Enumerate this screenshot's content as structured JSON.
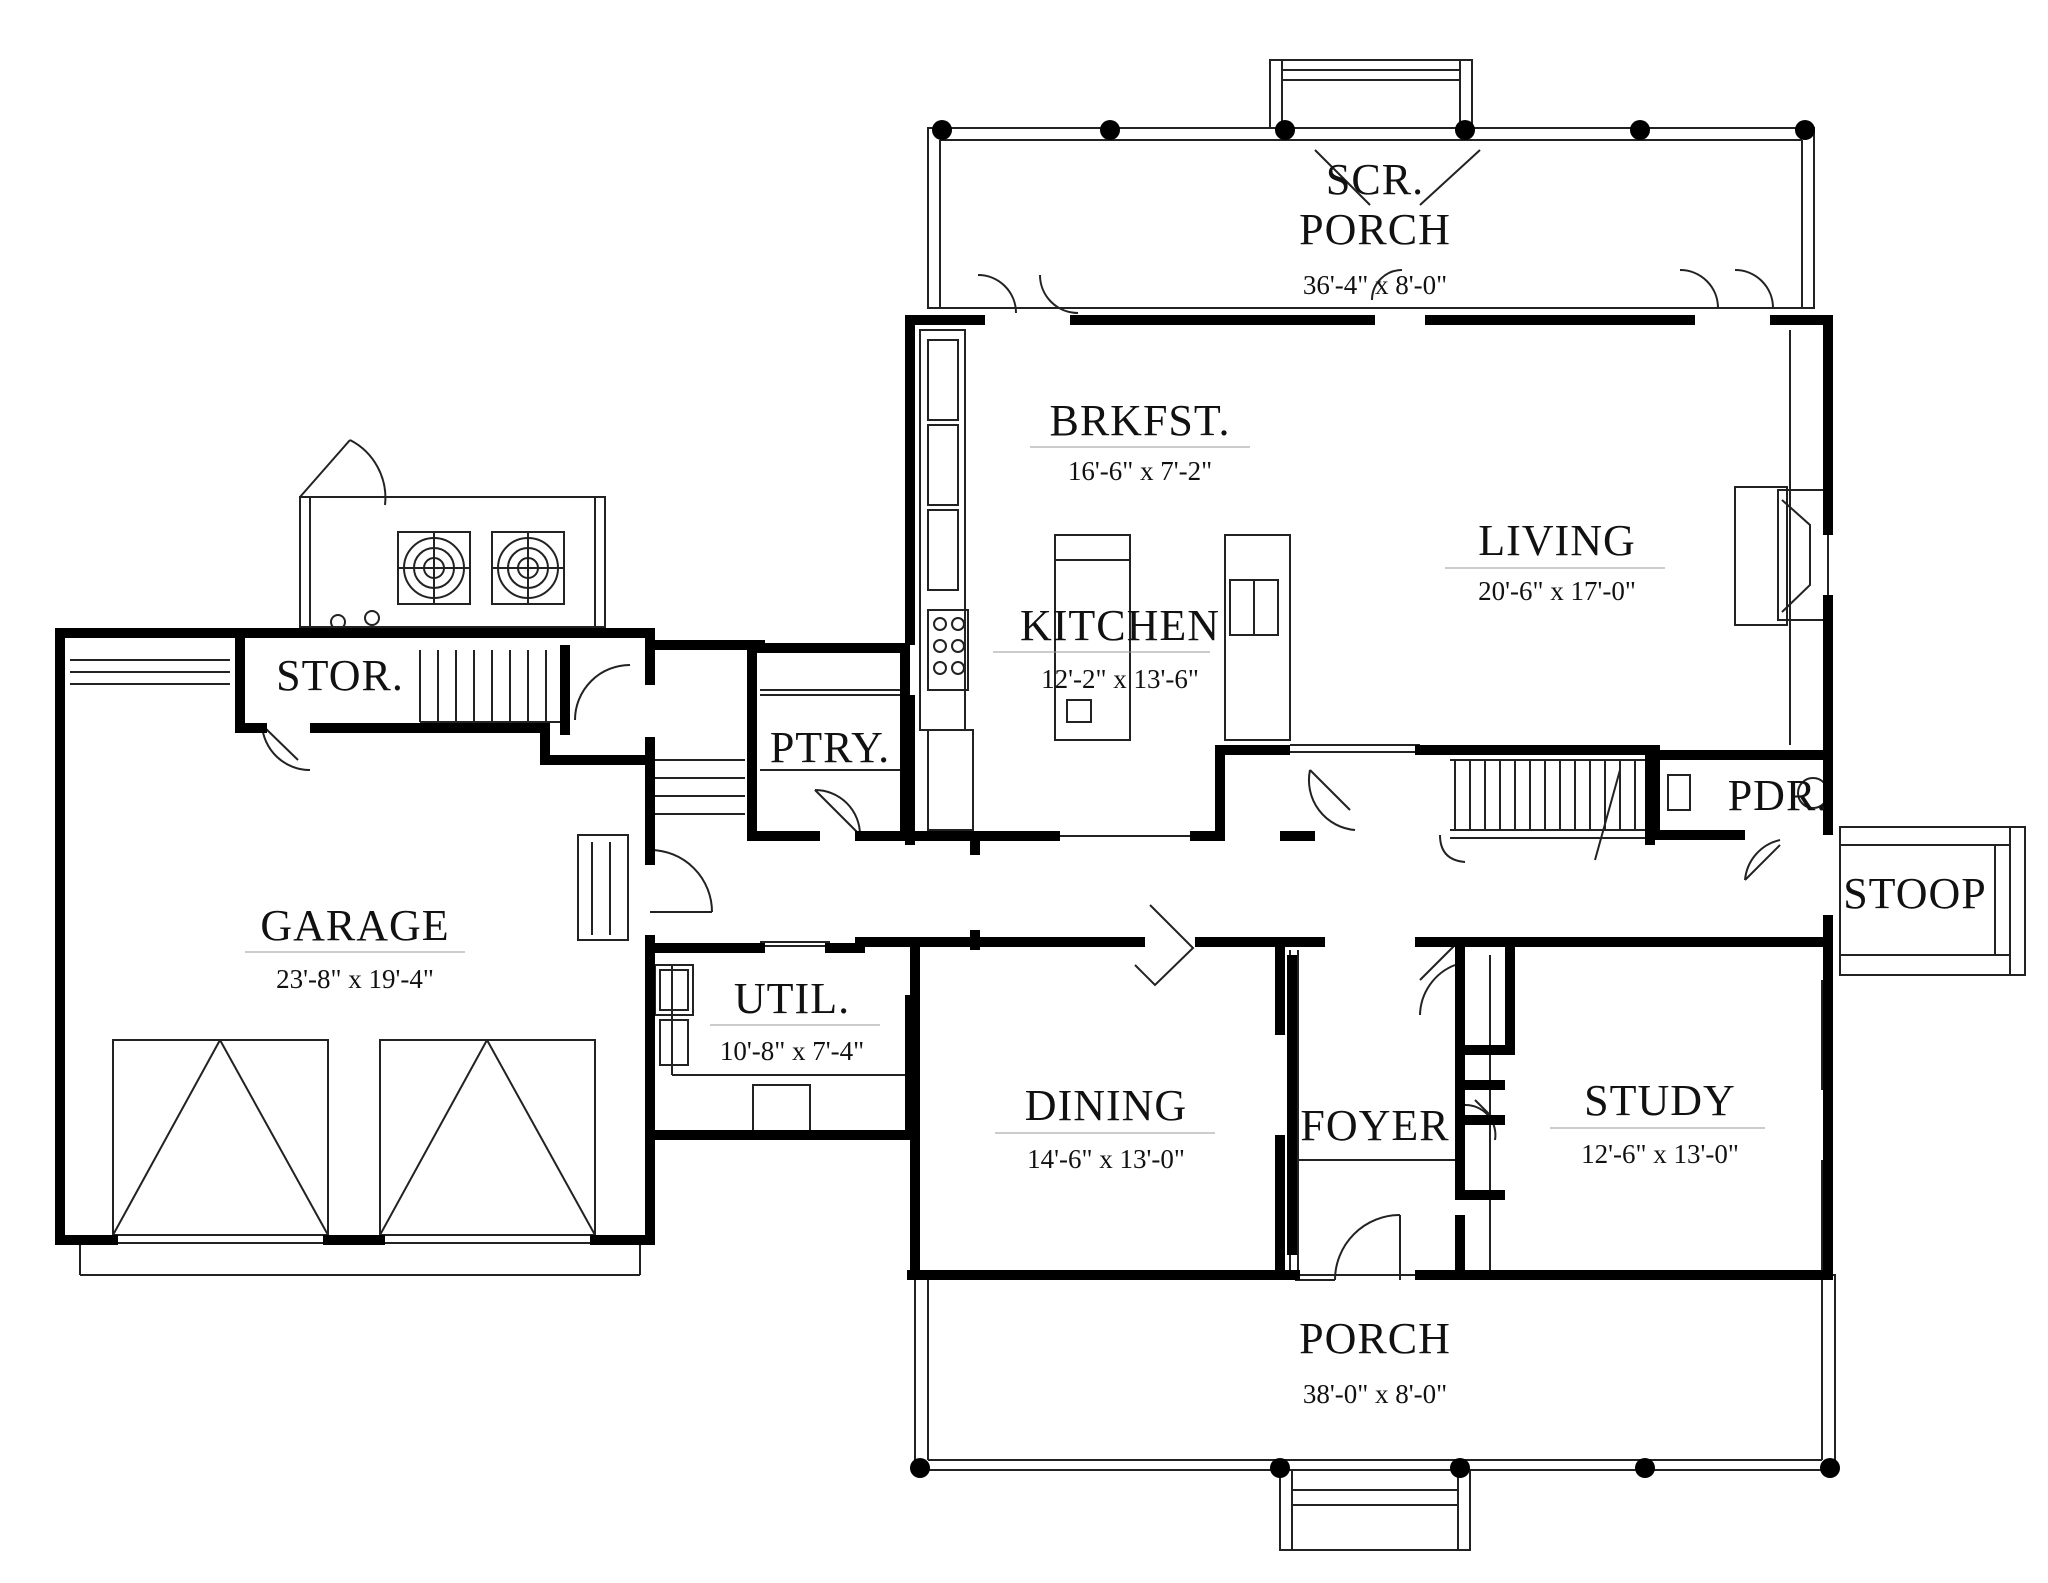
{
  "rooms": {
    "scr_porch": {
      "name_line1": "SCR.",
      "name_line2": "PORCH",
      "dims": "36'-4\" x 8'-0\""
    },
    "brkfst": {
      "name": "BRKFST.",
      "dims": "16'-6\" x 7'-2\""
    },
    "living": {
      "name": "LIVING",
      "dims": "20'-6\" x 17'-0\""
    },
    "kitchen": {
      "name": "KITCHEN",
      "dims": "12'-2\" x 13'-6\""
    },
    "stor": {
      "name": "STOR."
    },
    "ptry": {
      "name": "PTRY."
    },
    "pdr": {
      "name": "PDR."
    },
    "stoop": {
      "name": "STOOP"
    },
    "garage": {
      "name": "GARAGE",
      "dims": "23'-8\" x 19'-4\""
    },
    "util": {
      "name": "UTIL.",
      "dims": "10'-8\" x 7'-4\""
    },
    "dining": {
      "name": "DINING",
      "dims": "14'-6\" x 13'-0\""
    },
    "foyer": {
      "name": "FOYER"
    },
    "study": {
      "name": "STUDY",
      "dims": "12'-6\" x 13'-0\""
    },
    "porch": {
      "name": "PORCH",
      "dims": "38'-0\" x 8'-0\""
    }
  }
}
